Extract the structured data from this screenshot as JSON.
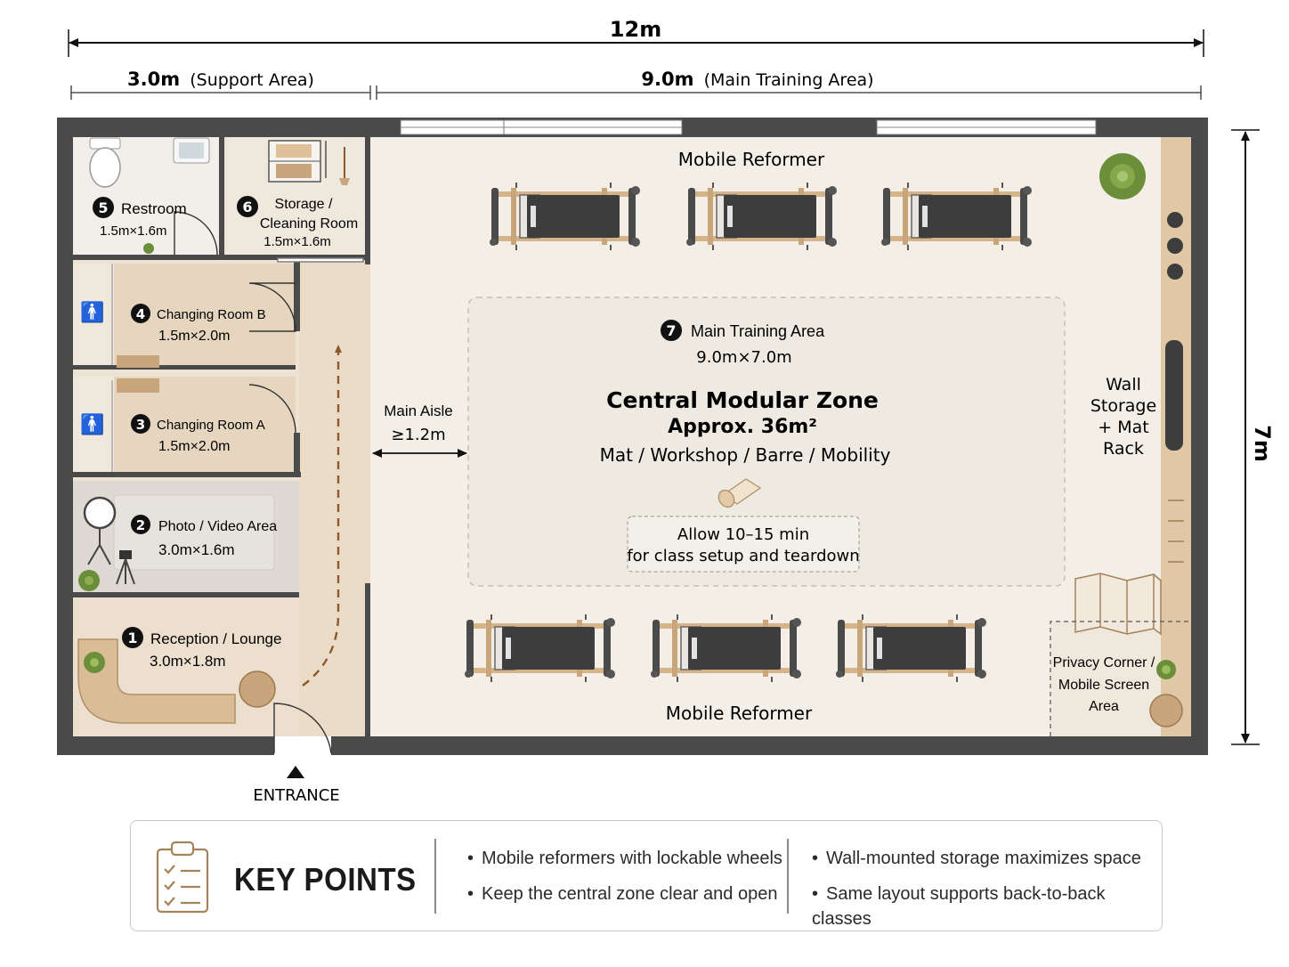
{
  "dimensions": {
    "total_width": "12m",
    "support_width": "3.0m",
    "support_label": "(Support Area)",
    "main_width": "9.0m",
    "main_label": "(Main Training Area)",
    "depth": "7m"
  },
  "rooms": {
    "restroom": {
      "num": "5",
      "name": "Restroom",
      "size": "1.5m×1.6m"
    },
    "storage": {
      "num": "6",
      "name_line1": "Storage /",
      "name_line2": "Cleaning Room",
      "size": "1.5m×1.6m"
    },
    "changing_b": {
      "num": "4",
      "name": "Changing Room B",
      "size": "1.5m×2.0m"
    },
    "changing_a": {
      "num": "3",
      "name": "Changing Room A",
      "size": "1.5m×2.0m"
    },
    "photo": {
      "num": "2",
      "name": "Photo / Video Area",
      "size": "3.0m×1.6m"
    },
    "reception": {
      "num": "1",
      "name": "Reception / Lounge",
      "size": "3.0m×1.8m"
    },
    "main": {
      "num": "7",
      "name": "Main Training Area",
      "size": "9.0m×7.0m"
    }
  },
  "central_zone": {
    "title": "Central Modular Zone",
    "area": "Approx. 36m²",
    "uses": "Mat / Workshop / Barre / Mobility",
    "note_line1": "Allow 10–15 min",
    "note_line2": "for class setup and teardown"
  },
  "labels": {
    "reformer_top": "Mobile Reformer",
    "reformer_bottom": "Mobile Reformer",
    "aisle_line1": "Main Aisle",
    "aisle_line2": "≥1.2m",
    "wall_storage": [
      "Wall",
      "Storage",
      "+ Mat",
      "Rack"
    ],
    "privacy": [
      "Privacy Corner /",
      "Mobile Screen",
      "Area"
    ],
    "entrance": "ENTRANCE"
  },
  "key_points": {
    "title": "KEY POINTS",
    "column1": [
      "Mobile reformers with lockable wheels",
      "Keep the central zone clear and open"
    ],
    "column2": [
      "Wall-mounted storage maximizes space",
      "Same layout supports back-to-back classes"
    ]
  },
  "colors": {
    "wall": "#4a4a4a",
    "floor_main": "#f3efe7",
    "floor_wood": "#e8dccb",
    "accent_wood": "#c9a57c",
    "reformer_dark": "#3d3d3d"
  }
}
